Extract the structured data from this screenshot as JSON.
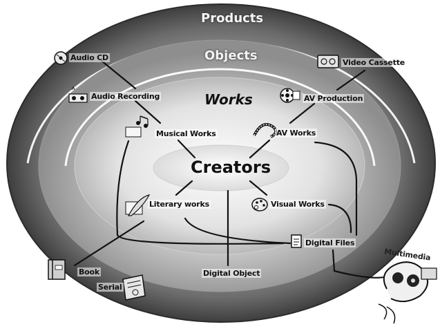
{
  "rings": {
    "products": "Products",
    "objects": "Objects",
    "works": "Works",
    "center": "Creators"
  },
  "nodes": {
    "audio_cd": "Audio CD",
    "video_cassette": "Video Cassette",
    "audio_recording": "Audio Recording",
    "av_production": "AV Production",
    "musical_works": "Musical Works",
    "av_works": "AV Works",
    "literary_works": "Literary works",
    "visual_works": "Visual Works",
    "digital_files": "Digital Files",
    "book": "Book",
    "serial": "Serial",
    "digital_object": "Digital Object",
    "multimedia": "Multimedia"
  },
  "icons": {
    "audio_cd": "cd-icon",
    "video_cassette": "video-cassette-icon",
    "audio_recording": "audio-recording-icon",
    "av_production": "film-reel-icon",
    "musical_works": "music-notes-icon",
    "av_works": "film-strip-icon",
    "literary_works": "quill-pen-icon",
    "visual_works": "palette-icon",
    "digital_files": "document-icon",
    "book": "book-icon",
    "serial": "magazine-icon",
    "multimedia": "multimedia-icon"
  }
}
